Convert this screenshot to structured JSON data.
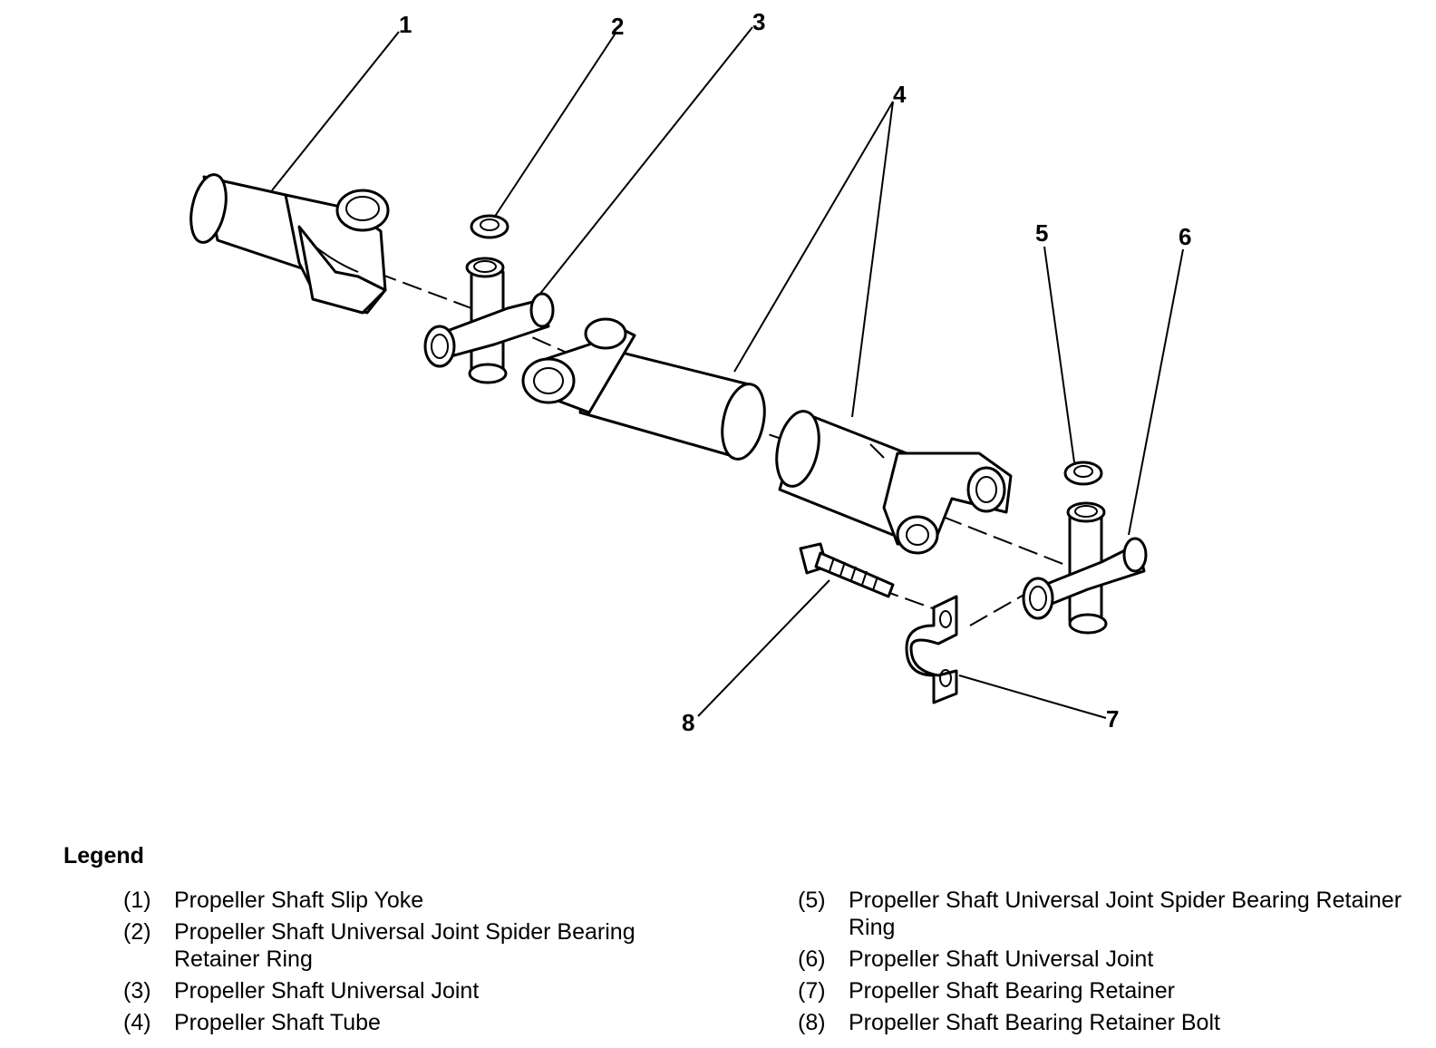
{
  "callouts": [
    "1",
    "2",
    "3",
    "4",
    "5",
    "6",
    "7",
    "8"
  ],
  "legend": {
    "title": "Legend",
    "left": [
      {
        "num": "(1)",
        "label": "Propeller Shaft Slip Yoke"
      },
      {
        "num": "(2)",
        "label": "Propeller Shaft Universal Joint Spider Bearing Retainer Ring"
      },
      {
        "num": "(3)",
        "label": "Propeller Shaft Universal Joint"
      },
      {
        "num": "(4)",
        "label": "Propeller Shaft Tube"
      }
    ],
    "right": [
      {
        "num": "(5)",
        "label": "Propeller Shaft Universal Joint Spider Bearing Retainer Ring"
      },
      {
        "num": "(6)",
        "label": "Propeller Shaft Universal Joint"
      },
      {
        "num": "(7)",
        "label": "Propeller Shaft Bearing Retainer"
      },
      {
        "num": "(8)",
        "label": "Propeller Shaft Bearing Retainer Bolt"
      }
    ]
  }
}
